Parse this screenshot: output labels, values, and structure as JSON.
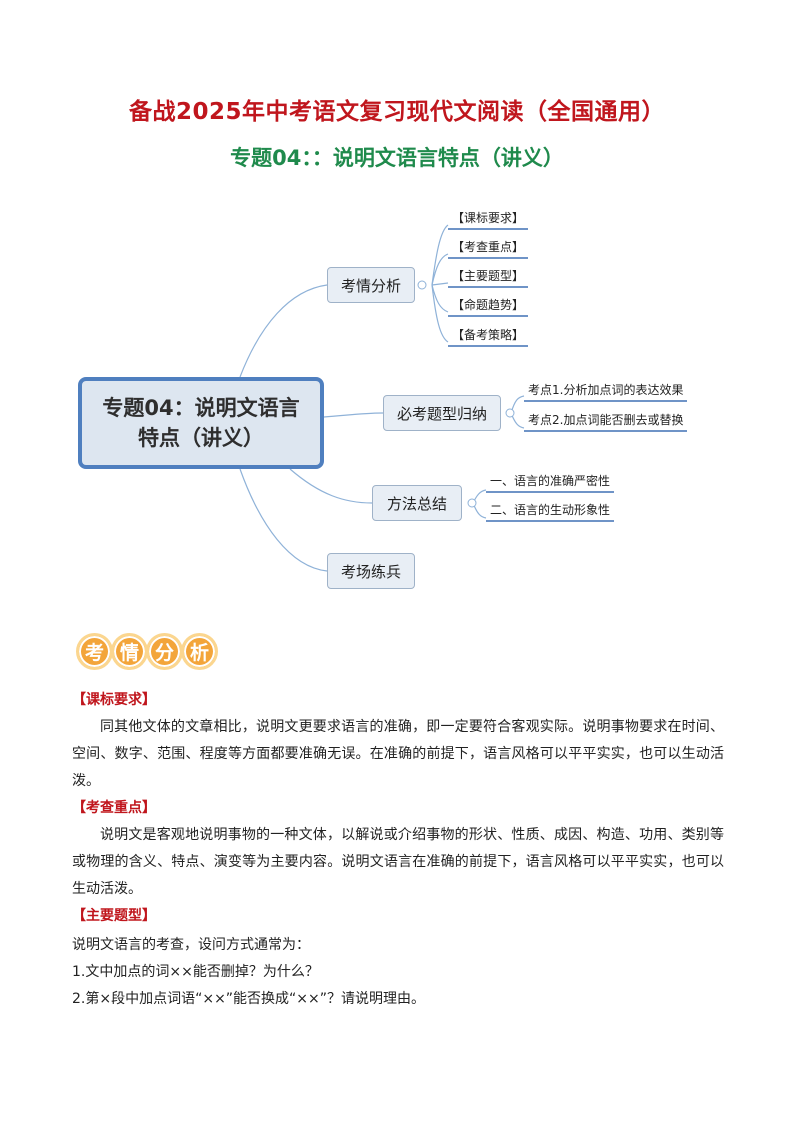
{
  "header": {
    "title": "备战2025年中考语文复习现代文阅读（全国通用）",
    "subtitle": "专题04：：说明文语言特点（讲义）"
  },
  "mindmap": {
    "root": "专题04：说明文语言特点（讲义）",
    "branches": [
      {
        "label": "考情分析",
        "children": [
          "【课标要求】",
          "【考查重点】",
          "【主要题型】",
          "【命题趋势】",
          "【备考策略】"
        ]
      },
      {
        "label": "必考题型归纳",
        "children": [
          "考点1.分析加点词的表达效果",
          "考点2.加点词能否删去或替换"
        ]
      },
      {
        "label": "方法总结",
        "children": [
          "一、语言的准确严密性",
          "二、语言的生动形象性"
        ]
      },
      {
        "label": "考场练兵",
        "children": []
      }
    ]
  },
  "banner": {
    "chars": [
      "考",
      "情",
      "分",
      "析"
    ]
  },
  "sections": {
    "kebiao": {
      "heading": "【课标要求】",
      "text": "同其他文体的文章相比，说明文更要求语言的准确，即一定要符合客观实际。说明事物要求在时间、空间、数字、范围、程度等方面都要准确无误。在准确的前提下，语言风格可以平平实实，也可以生动活泼。"
    },
    "kaocha": {
      "heading": "【考查重点】",
      "text": "说明文是客观地说明事物的一种文体，以解说或介绍事物的形状、性质、成因、构造、功用、类别等或物理的含义、特点、演变等为主要内容。说明文语言在准确的前提下，语言风格可以平平实实，也可以生动活泼。"
    },
    "tixing": {
      "heading": "【主要题型】",
      "intro": "说明文语言的考查，设问方式通常为：",
      "items": [
        "1.文中加点的词××能否删掉？为什么？",
        "2.第×段中加点词语“××”能否换成“××”？请说明理由。"
      ]
    }
  },
  "colors": {
    "title": "#c0161d",
    "subtitle": "#1f8a4c",
    "root_border": "#4f7fbf",
    "leaf_line": "#6f94c7",
    "banner": "#f3a53a"
  }
}
